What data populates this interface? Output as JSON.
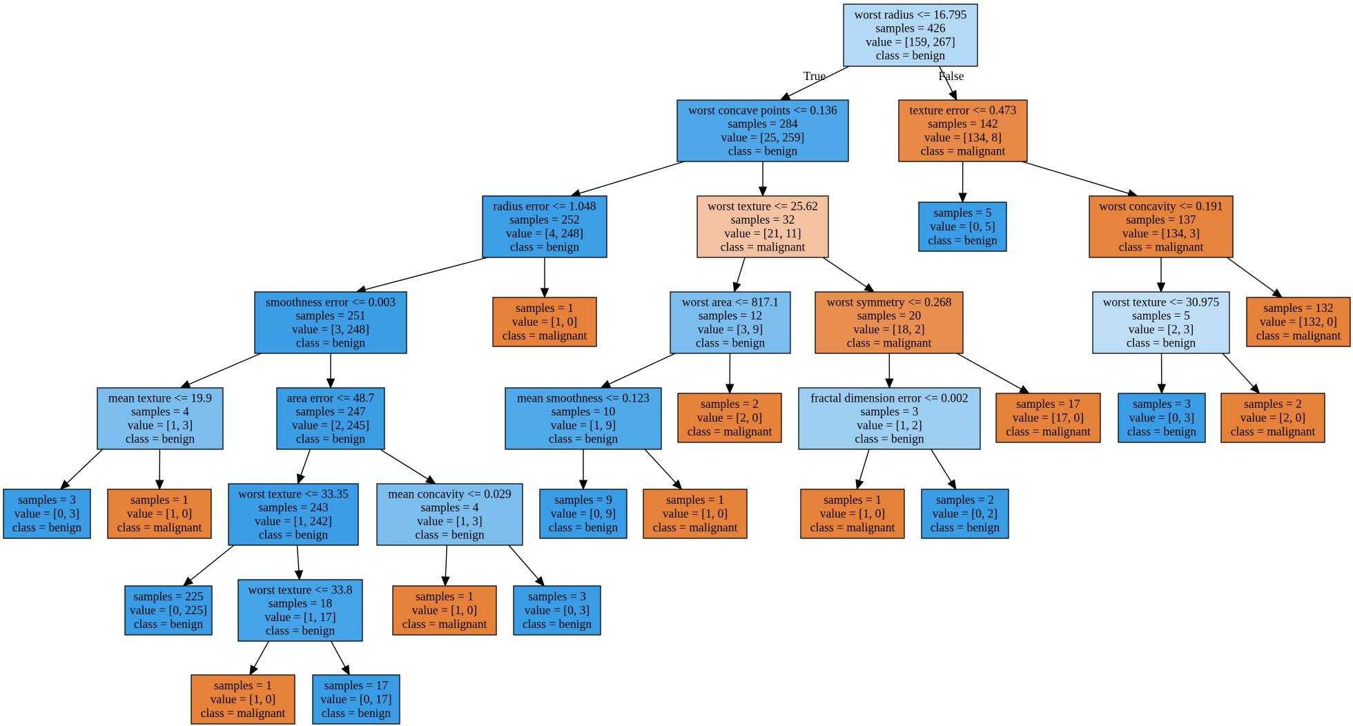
{
  "colors": {
    "benign_dark": "#399de5",
    "benign_mid": "#4aa6e7",
    "benign_light": "#7dbeee",
    "benign_pale": "#9ccef2",
    "benign_palest": "#b2d9f5",
    "benign_very_pale": "#bddef6",
    "malignant_dark": "#e58139",
    "malignant_mid": "#e78c4b",
    "malignant_light": "#f4c4a0",
    "border": "#000000"
  },
  "edge_labels": {
    "true_label": "True",
    "false_label": "False"
  },
  "nodes": [
    {
      "id": "n0",
      "lines": [
        "worst radius <= 16.795",
        "samples = 426",
        "value = [159, 267]",
        "class = benign"
      ],
      "color": "#b2d9f5"
    },
    {
      "id": "n1",
      "lines": [
        "worst concave points <= 0.136",
        "samples = 284",
        "value = [25, 259]",
        "class = benign"
      ],
      "color": "#4ca6e8"
    },
    {
      "id": "n2",
      "lines": [
        "radius error <= 1.048",
        "samples = 252",
        "value = [4, 248]",
        "class = benign"
      ],
      "color": "#3c9fe5"
    },
    {
      "id": "n3",
      "lines": [
        "smoothness error <= 0.003",
        "samples = 251",
        "value = [3, 248]",
        "class = benign"
      ],
      "color": "#3b9ee5"
    },
    {
      "id": "n4",
      "lines": [
        "mean texture <= 19.9",
        "samples = 4",
        "value = [1, 3]",
        "class = benign"
      ],
      "color": "#7bbeee"
    },
    {
      "id": "n5",
      "lines": [
        "samples = 3",
        "value = [0, 3]",
        "class = benign"
      ],
      "color": "#399de5"
    },
    {
      "id": "n6",
      "lines": [
        "samples = 1",
        "value = [1, 0]",
        "class = malignant"
      ],
      "color": "#e58139"
    },
    {
      "id": "n7",
      "lines": [
        "area error <= 48.7",
        "samples = 247",
        "value = [2, 245]",
        "class = benign"
      ],
      "color": "#3b9ee5"
    },
    {
      "id": "n8",
      "lines": [
        "worst texture <= 33.35",
        "samples = 243",
        "value = [1, 242]",
        "class = benign"
      ],
      "color": "#3a9de5"
    },
    {
      "id": "n9",
      "lines": [
        "samples = 225",
        "value = [0, 225]",
        "class = benign"
      ],
      "color": "#399de5"
    },
    {
      "id": "n10",
      "lines": [
        "worst texture <= 33.8",
        "samples = 18",
        "value = [1, 17]",
        "class = benign"
      ],
      "color": "#45a3e7"
    },
    {
      "id": "n11",
      "lines": [
        "samples = 1",
        "value = [1, 0]",
        "class = malignant"
      ],
      "color": "#e58139"
    },
    {
      "id": "n12",
      "lines": [
        "samples = 17",
        "value = [0, 17]",
        "class = benign"
      ],
      "color": "#399de5"
    },
    {
      "id": "n13",
      "lines": [
        "mean concavity <= 0.029",
        "samples = 4",
        "value = [1, 3]",
        "class = benign"
      ],
      "color": "#7bbeee"
    },
    {
      "id": "n14",
      "lines": [
        "samples = 1",
        "value = [1, 0]",
        "class = malignant"
      ],
      "color": "#e58139"
    },
    {
      "id": "n15",
      "lines": [
        "samples = 3",
        "value = [0, 3]",
        "class = benign"
      ],
      "color": "#399de5"
    },
    {
      "id": "n16",
      "lines": [
        "samples = 1",
        "value = [1, 0]",
        "class = malignant"
      ],
      "color": "#e58139"
    },
    {
      "id": "n17",
      "lines": [
        "worst texture <= 25.62",
        "samples = 32",
        "value = [21, 11]",
        "class = malignant"
      ],
      "color": "#f3c3a1"
    },
    {
      "id": "n18",
      "lines": [
        "worst area <= 817.1",
        "samples = 12",
        "value = [3, 9]",
        "class = benign"
      ],
      "color": "#7bbeee"
    },
    {
      "id": "n19",
      "lines": [
        "mean smoothness <= 0.123",
        "samples = 10",
        "value = [1, 9]",
        "class = benign"
      ],
      "color": "#4fa8e8"
    },
    {
      "id": "n20",
      "lines": [
        "samples = 9",
        "value = [0, 9]",
        "class = benign"
      ],
      "color": "#399de5"
    },
    {
      "id": "n21",
      "lines": [
        "samples = 1",
        "value = [1, 0]",
        "class = malignant"
      ],
      "color": "#e58139"
    },
    {
      "id": "n22",
      "lines": [
        "samples = 2",
        "value = [2, 0]",
        "class = malignant"
      ],
      "color": "#e58139"
    },
    {
      "id": "n23",
      "lines": [
        "worst symmetry <= 0.268",
        "samples = 20",
        "value = [18, 2]",
        "class = malignant"
      ],
      "color": "#e88f4f"
    },
    {
      "id": "n24",
      "lines": [
        "fractal dimension error <= 0.002",
        "samples = 3",
        "value = [1, 2]",
        "class = benign"
      ],
      "color": "#9ccef2"
    },
    {
      "id": "n25",
      "lines": [
        "samples = 1",
        "value = [1, 0]",
        "class = malignant"
      ],
      "color": "#e58139"
    },
    {
      "id": "n26",
      "lines": [
        "samples = 2",
        "value = [0, 2]",
        "class = benign"
      ],
      "color": "#399de5"
    },
    {
      "id": "n27",
      "lines": [
        "samples = 17",
        "value = [17, 0]",
        "class = malignant"
      ],
      "color": "#e58139"
    },
    {
      "id": "n28",
      "lines": [
        "texture error <= 0.473",
        "samples = 142",
        "value = [134, 8]",
        "class = malignant"
      ],
      "color": "#e78945"
    },
    {
      "id": "n29",
      "lines": [
        "samples = 5",
        "value = [0, 5]",
        "class = benign"
      ],
      "color": "#399de5"
    },
    {
      "id": "n30",
      "lines": [
        "worst concavity <= 0.191",
        "samples = 137",
        "value = [134, 3]",
        "class = malignant"
      ],
      "color": "#e6843d"
    },
    {
      "id": "n31",
      "lines": [
        "worst texture <= 30.975",
        "samples = 5",
        "value = [2, 3]",
        "class = benign"
      ],
      "color": "#bddef6"
    },
    {
      "id": "n32",
      "lines": [
        "samples = 3",
        "value = [0, 3]",
        "class = benign"
      ],
      "color": "#399de5"
    },
    {
      "id": "n33",
      "lines": [
        "samples = 2",
        "value = [2, 0]",
        "class = malignant"
      ],
      "color": "#e58139"
    },
    {
      "id": "n34",
      "lines": [
        "samples = 132",
        "value = [132, 0]",
        "class = malignant"
      ],
      "color": "#e58139"
    }
  ],
  "edges": [
    [
      "n0",
      "n1"
    ],
    [
      "n0",
      "n28"
    ],
    [
      "n1",
      "n2"
    ],
    [
      "n1",
      "n17"
    ],
    [
      "n2",
      "n3"
    ],
    [
      "n2",
      "n16"
    ],
    [
      "n3",
      "n4"
    ],
    [
      "n3",
      "n7"
    ],
    [
      "n4",
      "n5"
    ],
    [
      "n4",
      "n6"
    ],
    [
      "n7",
      "n8"
    ],
    [
      "n7",
      "n13"
    ],
    [
      "n8",
      "n9"
    ],
    [
      "n8",
      "n10"
    ],
    [
      "n10",
      "n11"
    ],
    [
      "n10",
      "n12"
    ],
    [
      "n13",
      "n14"
    ],
    [
      "n13",
      "n15"
    ],
    [
      "n17",
      "n18"
    ],
    [
      "n17",
      "n23"
    ],
    [
      "n18",
      "n19"
    ],
    [
      "n18",
      "n22"
    ],
    [
      "n19",
      "n20"
    ],
    [
      "n19",
      "n21"
    ],
    [
      "n23",
      "n24"
    ],
    [
      "n23",
      "n27"
    ],
    [
      "n24",
      "n25"
    ],
    [
      "n24",
      "n26"
    ],
    [
      "n28",
      "n29"
    ],
    [
      "n28",
      "n30"
    ],
    [
      "n30",
      "n31"
    ],
    [
      "n30",
      "n34"
    ],
    [
      "n31",
      "n32"
    ],
    [
      "n31",
      "n33"
    ]
  ]
}
